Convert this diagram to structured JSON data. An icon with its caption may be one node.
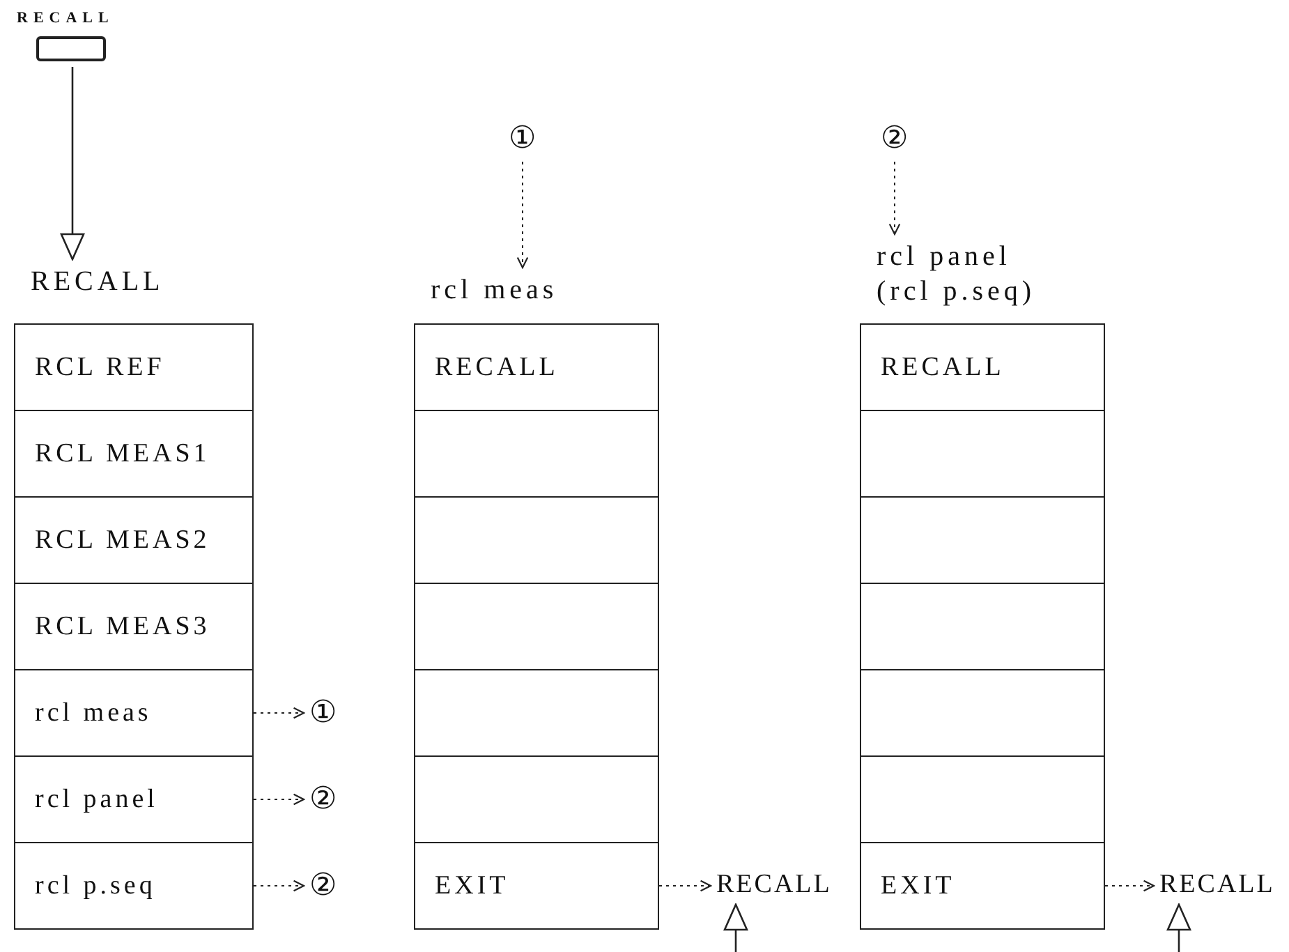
{
  "diagram": {
    "nodes": [
      {
        "text": [
          "RECALL"
        ]
      },
      {
        "text": [
          "RECALL"
        ]
      },
      {
        "text": [
          "RCL REF"
        ],
        "in": 1
      },
      {
        "text": [
          "RCL MEAS1"
        ],
        "in": 1
      },
      {
        "text": [
          "RCL MEAS2"
        ],
        "in": 1
      },
      {
        "text": [
          "RCL MEAS3"
        ],
        "in": 1
      },
      {
        "text": [
          "rcl meas"
        ],
        "in": 1
      },
      {
        "text": [
          "rcl panel"
        ],
        "in": 1
      },
      {
        "text": [
          "rcl p.seq"
        ],
        "in": 1
      },
      {
        "text": [
          "①"
        ]
      },
      {
        "text": [
          "②"
        ]
      },
      {
        "text": [
          "②"
        ]
      },
      {
        "text": [
          "①"
        ]
      },
      {
        "text": [
          "rcl meas"
        ]
      },
      {
        "text": [
          "RECALL"
        ],
        "in": 13
      },
      {
        "text": [],
        "shape": "box",
        "in": 13
      },
      {
        "text": [],
        "shape": "box",
        "in": 13
      },
      {
        "text": [],
        "shape": "box",
        "in": 13
      },
      {
        "text": [],
        "shape": "box",
        "in": 13
      },
      {
        "text": [],
        "shape": "box",
        "in": 13
      },
      {
        "text": [
          "EXIT"
        ],
        "in": 13
      },
      {
        "text": [
          "RECALL"
        ]
      },
      {
        "text": [
          "②"
        ]
      },
      {
        "text": [
          "rcl panel (rcl p.seq)"
        ]
      },
      {
        "text": [
          "RECALL"
        ],
        "in": 23
      },
      {
        "text": [],
        "shape": "box",
        "in": 23
      },
      {
        "text": [],
        "shape": "box",
        "in": 23
      },
      {
        "text": [],
        "shape": "box",
        "in": 23
      },
      {
        "text": [],
        "shape": "box",
        "in": 23
      },
      {
        "text": [],
        "shape": "box",
        "in": 23
      },
      {
        "text": [
          "EXIT"
        ],
        "in": 23
      },
      {
        "text": [
          "RECALL"
        ]
      }
    ],
    "edges": [
      {
        "from": 0,
        "to": 1,
        "arrow": "to"
      },
      {
        "from": 6,
        "to": 9,
        "arrow": "to",
        "style": "dashed"
      },
      {
        "from": 7,
        "to": 10,
        "arrow": "to",
        "style": "dashed"
      },
      {
        "from": 8,
        "to": 11,
        "arrow": "to",
        "style": "dashed"
      },
      {
        "from": 12,
        "to": 13,
        "arrow": "to",
        "style": "dashed"
      },
      {
        "from": 22,
        "to": 23,
        "arrow": "to",
        "style": "dashed"
      },
      {
        "from": 20,
        "to": 21,
        "arrow": "to",
        "style": "dashed"
      },
      {
        "from": 30,
        "to": 31,
        "arrow": "to",
        "style": "dashed"
      },
      {
        "from": null,
        "to": 21,
        "arrow": "to"
      },
      {
        "from": null,
        "to": 31,
        "arrow": "to"
      }
    ]
  }
}
